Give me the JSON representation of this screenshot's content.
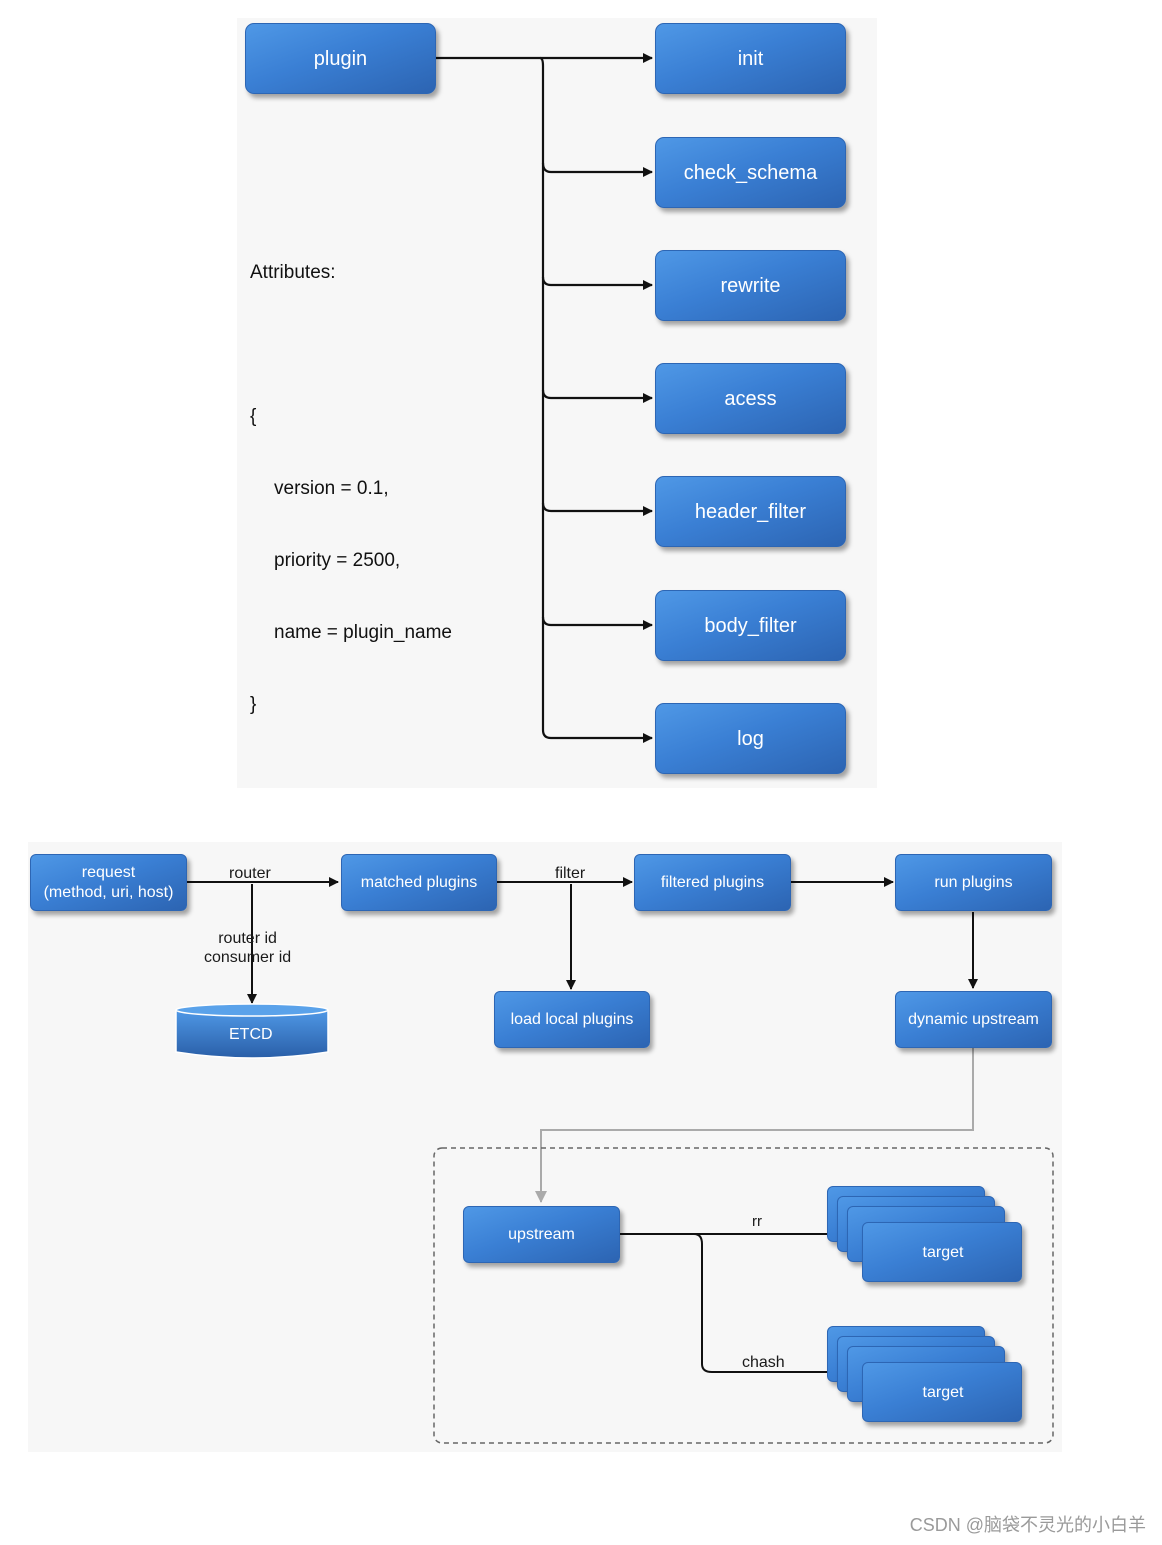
{
  "plugin_diagram": {
    "plugin": "plugin",
    "hooks": [
      "init",
      "check_schema",
      "rewrite",
      "acess",
      "header_filter",
      "body_filter",
      "log"
    ],
    "attributes_heading": "Attributes:",
    "attributes_open": "{",
    "attributes": [
      "version = 0.1,",
      "priority = 2500,",
      "name = plugin_name"
    ],
    "attributes_close": "}"
  },
  "flow_diagram": {
    "request": "request\n(method, uri, host)",
    "router_label": "router",
    "router_id_label": "router id\nconsumer id",
    "etcd": "ETCD",
    "matched_plugins": "matched plugins",
    "filter_label": "filter",
    "load_local_plugins": "load local plugins",
    "filtered_plugins": "filtered plugins",
    "run_plugins": "run plugins",
    "dynamic_upstream": "dynamic upstream",
    "upstream": "upstream",
    "rr_label": "rr",
    "chash_label": "chash",
    "target_top": "target",
    "target_bottom": "target"
  },
  "footer": "CSDN @脑袋不灵光的小白羊",
  "colors": {
    "box_blue": "#3a7fd4",
    "arrow": "#111111",
    "upstream_line": "#aaaaaa"
  }
}
